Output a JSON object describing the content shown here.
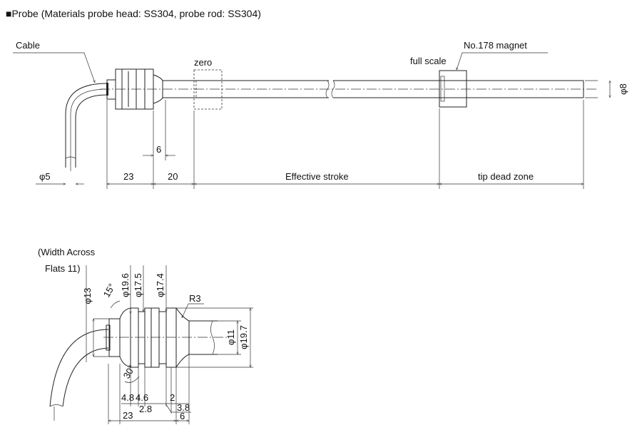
{
  "title": "■Probe (Materials probe head: SS304, probe rod: SS304)",
  "top_view": {
    "cable_label": "Cable",
    "zero_label": "zero",
    "full_scale_label": "full scale",
    "magnet_label": "No.178 magnet",
    "dia_rod": "φ8",
    "dia_cable": "φ5",
    "dim_23": "23",
    "dim_20": "20",
    "dim_6": "6",
    "effective_stroke": "Effective stroke",
    "tip_dead_zone": "tip dead zone"
  },
  "detail_view": {
    "width_across_1": "(Width Across",
    "width_across_2": "Flats 11)",
    "dia_13": "φ13",
    "dia_19_6": "φ19.6",
    "dia_17_5": "φ17.5",
    "dia_17_4": "φ17.4",
    "radius": "R3",
    "angle_15": "15°",
    "angle_30": "30°",
    "dia_11": "φ11",
    "dia_19_7": "φ19.7",
    "dim_4_8": "4.8",
    "dim_4_6": "4.6",
    "dim_2_8": "2.8",
    "dim_2": "2",
    "dim_3_8": "3.8",
    "dim_23": "23",
    "dim_6": "6"
  }
}
